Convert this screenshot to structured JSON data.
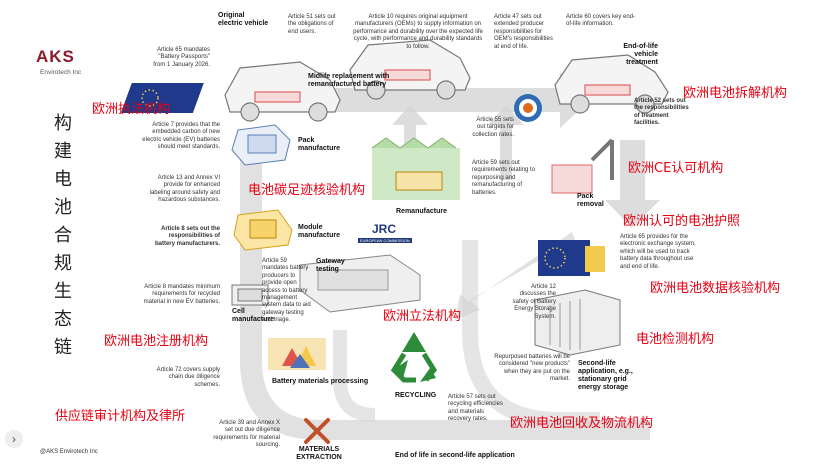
{
  "brand": {
    "name": "AKS",
    "subtitle": "Envirotech Inc",
    "footer": "@AKS Envirotech Inc"
  },
  "vertical_title": [
    "构",
    "建",
    "电",
    "池",
    "合",
    "规",
    "生",
    "态",
    "链"
  ],
  "red_labels": {
    "enforcement": "欧洲执法机构",
    "carbon": "电池碳足迹核验机构",
    "registration": "欧洲电池注册机构",
    "supply_chain": "供应链审计机构及律所",
    "legislation": "欧洲立法机构",
    "dismantling": "欧洲电池拆解机构",
    "ce": "欧洲CE认可机构",
    "passport": "欧洲认可的电池护照",
    "data": "欧洲电池数据核验机构",
    "testing": "电池检测机构",
    "recycling_logistics": "欧洲电池回收及物流机构"
  },
  "stages": {
    "original_vehicle": "Original electric vehicle",
    "midlife": "Midlife replacement with remanufactured battery",
    "eol_vehicle": "End-of-life vehicle treatment",
    "pack_manufacture": "Pack manufacture",
    "module_manufacture": "Module manufacture",
    "cell_manufacture": "Cell manufacture",
    "remanufacture": "Remanufacture",
    "pack_removal": "Pack removal",
    "gateway_testing": "Gateway testing",
    "battery_materials": "Battery materials processing",
    "recycling": "RECYCLING",
    "materials_extraction": "MATERIALS EXTRACTION",
    "second_life": "Second-life application, e.g., stationary grid energy storage",
    "end_of_life_second": "End of life in second-life application"
  },
  "articles": {
    "a65_passport": "Article 65 mandates \"Battery Passports\" from 1 January 2026.",
    "a51": "Article 51 sets out the obligations of end users.",
    "a10": "Article 10 requires original equipment manufacturers (OEMs) to supply information on performance and durability over the expected life cycle, with performance and durability standards to follow.",
    "a47": "Article 47 sets out extended producer responsibilities for OEM's responsibilities at end of life.",
    "a60": "Article 60 covers key end-of-life information.",
    "a7": "Article 7 provides that the embedded carbon of new electric vehicle (EV) batteries should meet standards.",
    "a13": "Article 13 and Annex VI provide for enhanced labeling around safety and hazardous substances.",
    "a8_resp": "Article 8 sets out the responsibilities of battery manufacturers.",
    "a8_recycled": "Article 8 mandates minimum requirements for recycled material in new EV batteries.",
    "a72": "Article 72 covers supply chain due diligence schemes.",
    "a39": "Article 39 and Annex X set out due diligence requirements for material sourcing.",
    "a55": "Article 55 sets out targets for collection rates.",
    "a59_reman": "Article 59 sets out requirements relating to repurposing and remanufacturing of batteries.",
    "a59_gateway": "Article 59 mandates battery producers to provide open access to battery management system data to aid gateway testing and triage.",
    "a52": "Article 52 sets out the responsibilities of treatment facilities.",
    "a65_exchange": "Article 65 provides for the electronic exchange system, which will be used to track battery data throughout use and end of life.",
    "a12": "Article 12 discusses the safety of Battery Energy Storage System.",
    "repurposed": "Repurposed batteries will be considered \"new products\" when they are put on the market.",
    "a57": "Article 57 sets out recycling efficiencies and materials recovery rates."
  },
  "jrc": {
    "main": "JRC",
    "sub": "EUROPEAN COMMISSION"
  },
  "colors": {
    "red_label": "#e60012",
    "logo": "#8b1a2b",
    "eu_blue": "#1f3a8a",
    "arrow_grey": "#c8c8c8",
    "pack_blue": "#5b7fb5",
    "module_yellow": "#f2c94c"
  }
}
